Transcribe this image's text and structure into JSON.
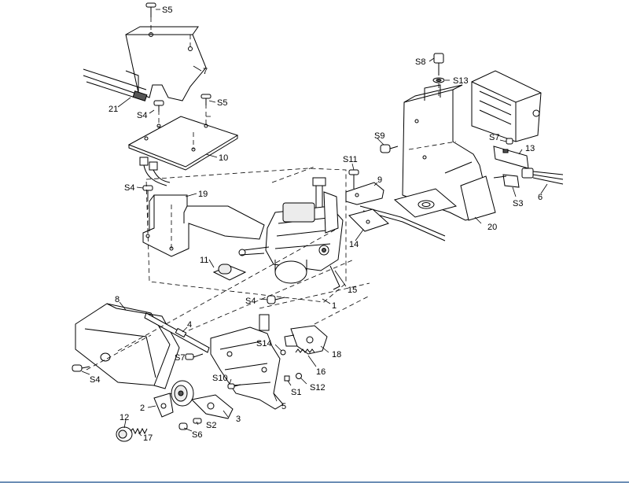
{
  "callouts": {
    "s5_top": "S5",
    "n7": "7",
    "n21": "21",
    "s4_a": "S4",
    "s5_mid": "S5",
    "n10": "10",
    "s4_b": "S4",
    "n19": "19",
    "n11": "11",
    "n15": "15",
    "s4_c": "S4",
    "n1": "1",
    "n8": "8",
    "n4": "4",
    "s7_a": "S7",
    "s4_d": "S4",
    "n2": "2",
    "n12": "12",
    "n17": "17",
    "s6": "S6",
    "s2": "S2",
    "n3": "3",
    "s10": "S10",
    "n5": "5",
    "s1": "S1",
    "s12": "S12",
    "n16": "16",
    "s14": "S14",
    "n18": "18",
    "s11": "S11",
    "n9": "9",
    "n14": "14",
    "n20": "20",
    "s8": "S8",
    "s13": "S13",
    "s9": "S9",
    "s7_b": "S7",
    "n13": "13",
    "s3": "S3",
    "n6": "6"
  },
  "colors": {
    "line": "#000000",
    "background": "#ffffff",
    "rule": "#6b8db5"
  }
}
